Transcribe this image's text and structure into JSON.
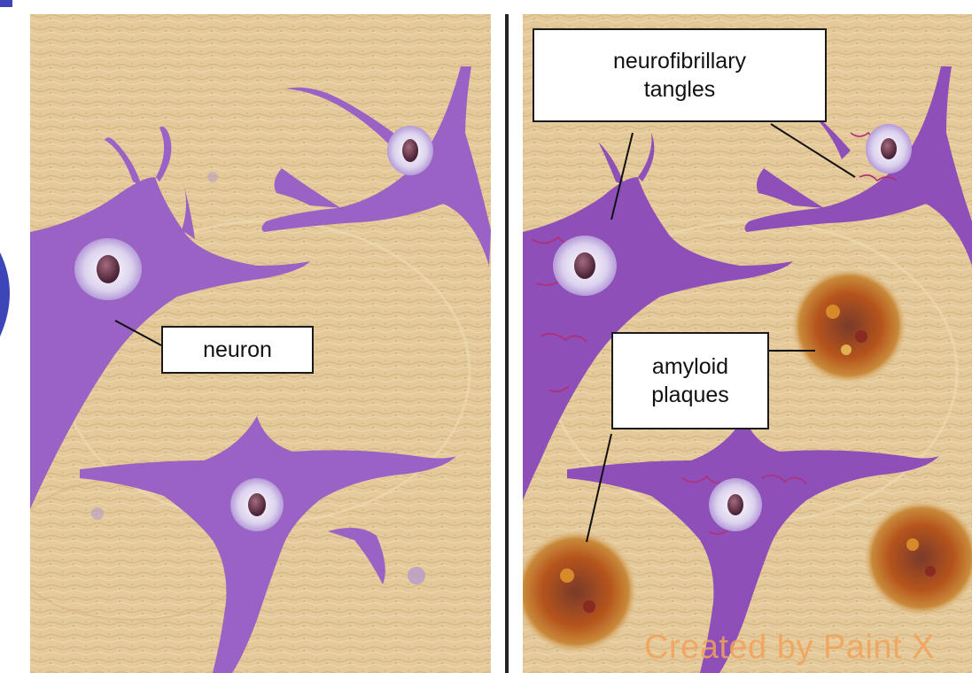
{
  "labels": {
    "neuron": "neuron",
    "tangles_line1": "neurofibrillary",
    "tangles_line2": "tangles",
    "plaques_line1": "amyloid",
    "plaques_line2": "plaques"
  },
  "watermark": "Created by Paint X",
  "colors": {
    "tissue": "#e4c99a",
    "neuron": "#9a62c4",
    "neuron_dark": "#7a3fa6",
    "nucleus_halo": "#e7e2f2",
    "nucleus": "#6b3a55",
    "tangle": "#b0307a",
    "plaque": "#b5541c",
    "divider": "#222222"
  },
  "panels": [
    "healthy-brain-tissue",
    "alzheimers-brain-tissue"
  ]
}
